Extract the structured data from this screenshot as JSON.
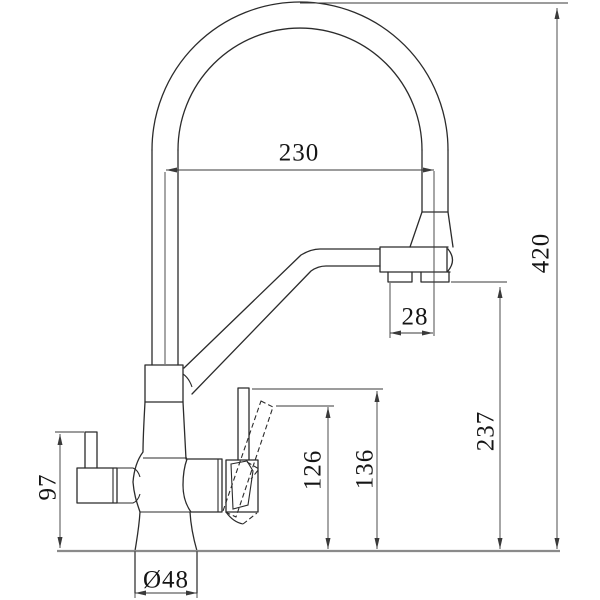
{
  "dims": {
    "d230": "230",
    "d420": "420",
    "d28": "28",
    "d237": "237",
    "d136": "136",
    "d126": "126",
    "d97": "97",
    "d48": "Ø48"
  },
  "colors": {
    "line": "#2b2b2b",
    "dim": "#3a3a3a",
    "baseline": "#8a8a8a",
    "background": "#ffffff"
  }
}
